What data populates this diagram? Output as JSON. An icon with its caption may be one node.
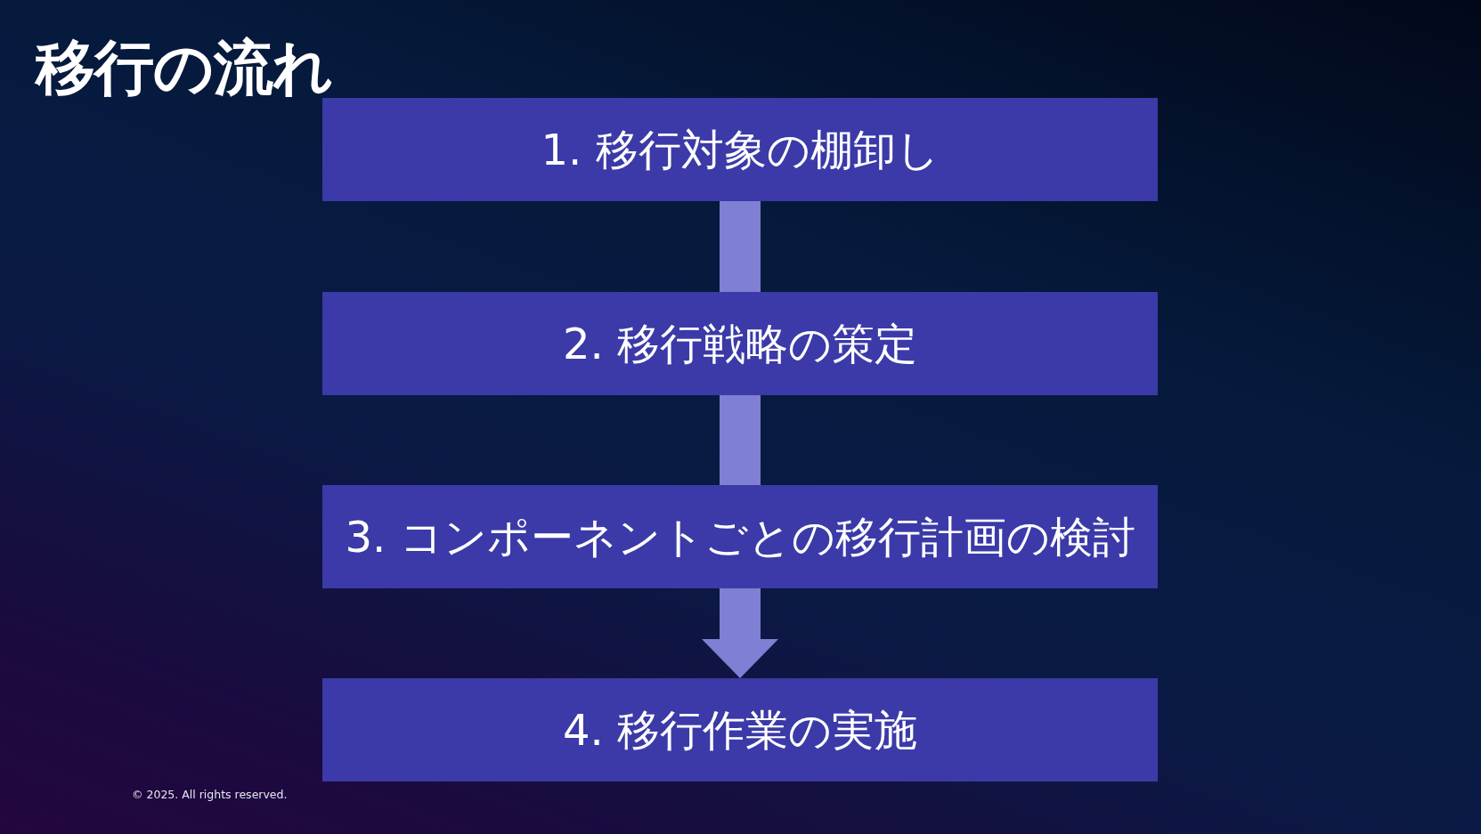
{
  "diagram": {
    "title": "移行の流れ",
    "nodes": [
      {
        "text": [
          "1. 移行対象の棚卸し"
        ]
      },
      {
        "text": [
          "2. 移行戦略の策定"
        ]
      },
      {
        "text": [
          "3. コンポーネントごとの移行計画の検討"
        ]
      },
      {
        "text": [
          "4. 移行作業の実施"
        ]
      }
    ],
    "edges": [
      {
        "from": 0,
        "to": 1,
        "arrow": "none"
      },
      {
        "from": 1,
        "to": 2,
        "arrow": "none"
      },
      {
        "from": 2,
        "to": 3,
        "arrow": "to"
      }
    ],
    "labels": [
      "© 2025. All rights reserved."
    ]
  }
}
